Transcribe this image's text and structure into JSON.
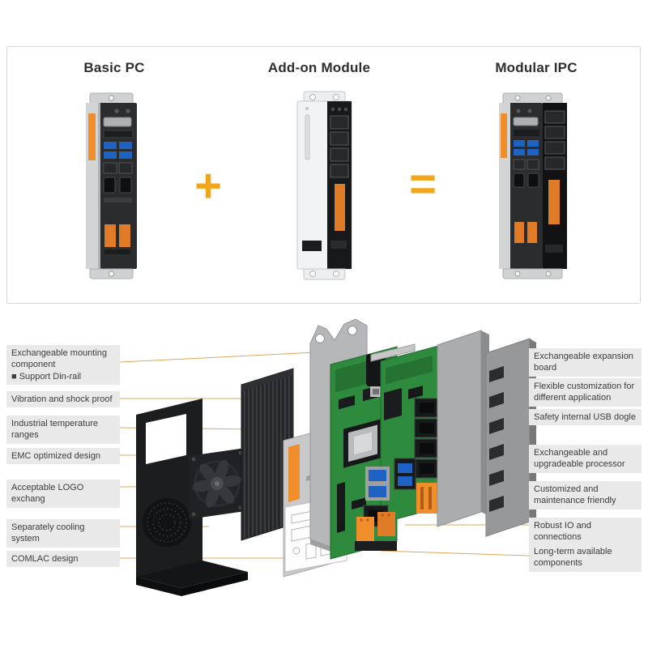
{
  "comparison": {
    "columns": [
      {
        "id": "basic-pc",
        "label": "Basic PC"
      },
      {
        "id": "addon-module",
        "label": "Add-on Module"
      },
      {
        "id": "modular-ipc",
        "label": "Modular IPC"
      }
    ],
    "plus_sign": "+",
    "equals_sign": "="
  },
  "exploded": {
    "left_callouts": [
      {
        "text": "Exchangeable mounting component",
        "note": "■ Support Din-rail"
      },
      {
        "text": "Vibration and shock proof"
      },
      {
        "text": "Industrial temperature ranges"
      },
      {
        "text": "EMC optimized design"
      },
      {
        "text": "Acceptable LOGO exchang"
      },
      {
        "text": "Separately cooling system"
      },
      {
        "text": "COMLAC design"
      }
    ],
    "right_callouts": [
      {
        "text": "Exchangeable expansion board"
      },
      {
        "text": "Flexible customization for different application"
      },
      {
        "text": "Safety internal USB dogle"
      },
      {
        "text": "Exchangeable and upgradeable processor"
      },
      {
        "text": "Customized and maintenance friendly"
      },
      {
        "text": "Robust IO and connections"
      },
      {
        "text": "Long-term available components"
      }
    ]
  },
  "colors": {
    "accent_orange": "#F2A71B",
    "device_orange": "#EF8E2A",
    "callout_line": "#DCA75F",
    "label_bg": "#E9E9E9",
    "label_text": "#3C3C3C",
    "pcb_green": "#2E8B3D"
  }
}
